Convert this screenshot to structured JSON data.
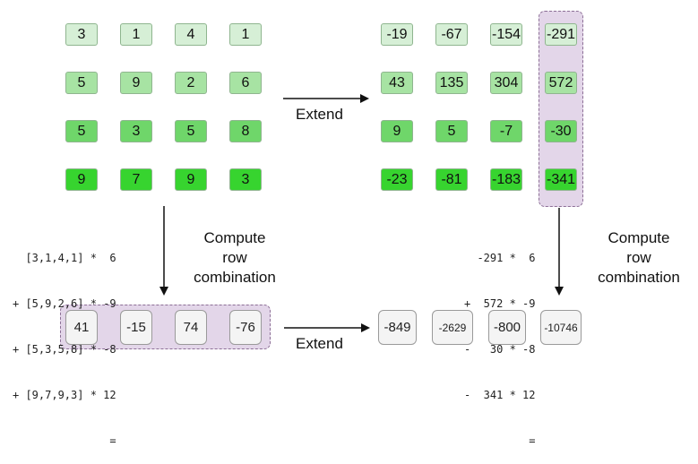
{
  "left_matrix": [
    [
      "3",
      "1",
      "4",
      "1"
    ],
    [
      "5",
      "9",
      "2",
      "6"
    ],
    [
      "5",
      "3",
      "5",
      "8"
    ],
    [
      "9",
      "7",
      "9",
      "3"
    ]
  ],
  "right_matrix": [
    [
      "-19",
      "-67",
      "-154",
      "-291"
    ],
    [
      "43",
      "135",
      "304",
      "572"
    ],
    [
      "9",
      "5",
      "-7",
      "-30"
    ],
    [
      "-23",
      "-81",
      "-183",
      "-341"
    ]
  ],
  "left_vector": [
    "41",
    "-15",
    "74",
    "-76"
  ],
  "right_vector": [
    "-849",
    "-2629",
    "-800",
    "-10746"
  ],
  "labels": {
    "extend_top": "Extend",
    "extend_bottom": "Extend",
    "compute_left": [
      "Compute",
      "row",
      "combination"
    ],
    "compute_right": [
      "Compute",
      "row",
      "combination"
    ]
  },
  "left_formula": [
    "  [3,1,4,1] *  6",
    "+ [5,9,2,6] * -9",
    "+ [5,3,5,8] * -8",
    "+ [9,7,9,3] * 12",
    "               ="
  ],
  "right_formula": [
    "  -291 *  6",
    "+  572 * -9",
    "-   30 * -8",
    "-  341 * 12",
    "          ="
  ],
  "colors": {
    "row_shades": [
      "#d6efd6",
      "#a7e3a3",
      "#6fd66a",
      "#37d42f"
    ],
    "highlight_fill": "#e3d6e9",
    "highlight_border": "#8c6f96"
  }
}
